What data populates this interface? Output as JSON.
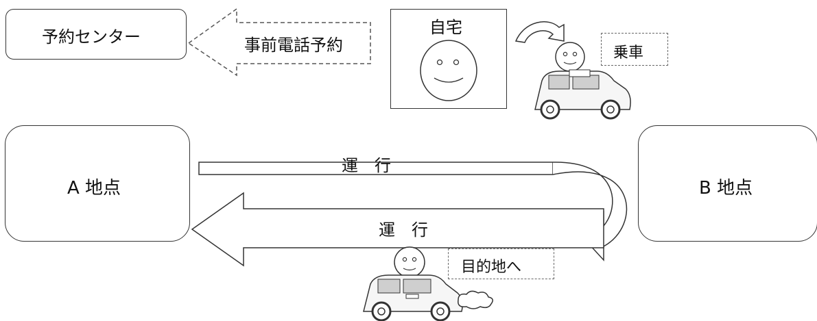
{
  "nodes": {
    "reservation_center": "予約センター",
    "home": "自宅",
    "point_a": "A 地点",
    "point_b": "B 地点"
  },
  "labels": {
    "phone_reservation": "事前電話予約",
    "boarding": "乗車",
    "operation_outbound": "運　行",
    "operation_return": "運　行",
    "to_destination": "目的地へ"
  }
}
